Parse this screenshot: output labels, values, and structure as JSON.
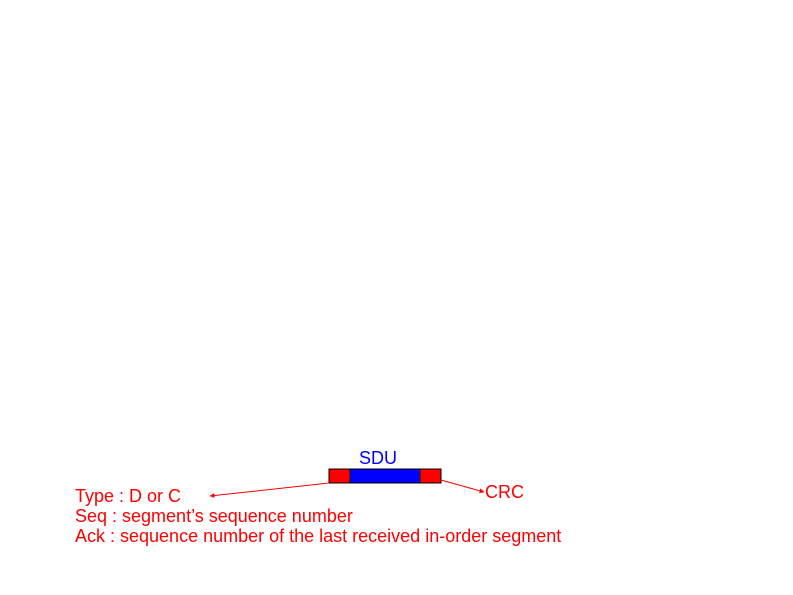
{
  "diagram": {
    "sdu_label": "SDU",
    "crc_label": "CRC",
    "descriptions": [
      "Type : D or C",
      "Seq : segment’s sequence number",
      "Ack : sequence number of the last received in-order segment"
    ],
    "colors": {
      "header_field": "#ff0000",
      "sdu_field": "#0000ff",
      "label_red": "#ff0000",
      "label_blue": "#0000ff",
      "outline": "#000000"
    }
  }
}
